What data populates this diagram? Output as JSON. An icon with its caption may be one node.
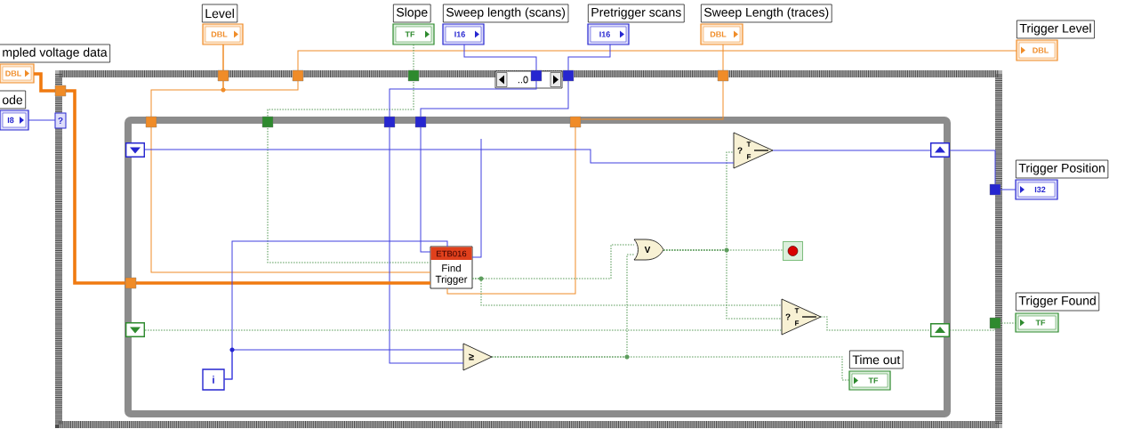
{
  "diagram": {
    "nodes": [
      {
        "text": [
          "Level",
          "DBL"
        ]
      },
      {
        "text": [
          "Slope",
          "TF"
        ]
      },
      {
        "text": [
          "Sweep length (scans)",
          "I16"
        ]
      },
      {
        "text": [
          "Pretrigger scans",
          "I16"
        ]
      },
      {
        "text": [
          "Sweep Length (traces)",
          "DBL"
        ]
      },
      {
        "text": [
          "Trigger Level",
          "DBL"
        ]
      },
      {
        "text": [
          "mpled voltage data",
          "DBL"
        ]
      },
      {
        "text": [
          "ode",
          "I8"
        ]
      },
      {
        "text": [
          "..0"
        ]
      },
      {
        "text": [
          "?"
        ],
        "in": 8
      },
      {
        "text": [],
        "shape": "box",
        "in": 8
      },
      {
        "text": [],
        "shape": "box",
        "in": 10
      },
      {
        "text": [],
        "shape": "box",
        "in": 10
      },
      {
        "text": [
          "ETB016",
          "Find Trigger"
        ],
        "in": 10
      },
      {
        "text": [
          "i"
        ],
        "in": 10
      },
      {
        "text": [
          "V"
        ],
        "in": 10
      },
      {
        "text": [
          "≥"
        ],
        "in": 10
      },
      {
        "text": [
          "?",
          "T",
          "F"
        ],
        "in": 10
      },
      {
        "text": [],
        "shape": "box",
        "in": 10
      },
      {
        "text": [
          "?",
          "T",
          "F"
        ],
        "in": 10
      },
      {
        "text": [],
        "shape": "box",
        "in": 10
      },
      {
        "text": [],
        "shape": "box",
        "in": 10
      },
      {
        "text": [
          "Time out",
          "TF"
        ],
        "in": 10
      },
      {
        "text": [
          "Trigger Position",
          "I32"
        ]
      },
      {
        "text": [
          "Trigger Found",
          "TF"
        ]
      }
    ],
    "edges": [
      {
        "from": 0,
        "to": 13,
        "arrow": "none",
        "color": "#f08c28"
      },
      {
        "from": 0,
        "to": 5,
        "arrow": "none",
        "color": "#f08c28"
      },
      {
        "from": 1,
        "to": 13,
        "arrow": "none",
        "style": "dashed"
      },
      {
        "from": 2,
        "to": 16,
        "arrow": "none",
        "color": "#4040e0"
      },
      {
        "from": 3,
        "to": 13,
        "arrow": "none",
        "color": "#4040e0"
      },
      {
        "from": 4,
        "to": 13,
        "arrow": "none",
        "color": "#f08c28"
      },
      {
        "from": 6,
        "to": 13,
        "arrow": "none",
        "style": "thick",
        "color": "#f07a10"
      },
      {
        "from": 7,
        "to": 9,
        "arrow": "none",
        "color": "#4040e0"
      },
      {
        "from": 14,
        "to": 13,
        "arrow": "none",
        "color": "#4040e0"
      },
      {
        "from": 14,
        "to": 16,
        "arrow": "none",
        "color": "#4040e0"
      },
      {
        "from": 13,
        "to": 15,
        "arrow": "none",
        "style": "dashed"
      },
      {
        "from": 13,
        "to": 19,
        "arrow": "none",
        "style": "dashed"
      },
      {
        "from": 16,
        "to": 15,
        "arrow": "none",
        "style": "dashed"
      },
      {
        "from": 16,
        "to": 22,
        "arrow": "none",
        "style": "dashed"
      },
      {
        "from": 15,
        "to": 18,
        "arrow": "none",
        "style": "dashed"
      },
      {
        "from": 15,
        "to": 17,
        "arrow": "none",
        "style": "dashed"
      },
      {
        "from": 15,
        "to": 19,
        "arrow": "none",
        "style": "dashed"
      },
      {
        "from": 11,
        "to": 17,
        "arrow": "none",
        "color": "#4040e0"
      },
      {
        "from": 17,
        "to": 20,
        "arrow": "none",
        "color": "#4040e0"
      },
      {
        "from": 20,
        "to": 23,
        "arrow": "none",
        "color": "#4040e0"
      },
      {
        "from": 12,
        "to": 19,
        "arrow": "none",
        "style": "dashed"
      },
      {
        "from": 19,
        "to": 21,
        "arrow": "none",
        "style": "dashed"
      },
      {
        "from": 21,
        "to": 24,
        "arrow": "none",
        "style": "dashed"
      },
      {
        "from": 13,
        "to": null,
        "arrow": "none",
        "color": "#4040e0"
      }
    ]
  }
}
